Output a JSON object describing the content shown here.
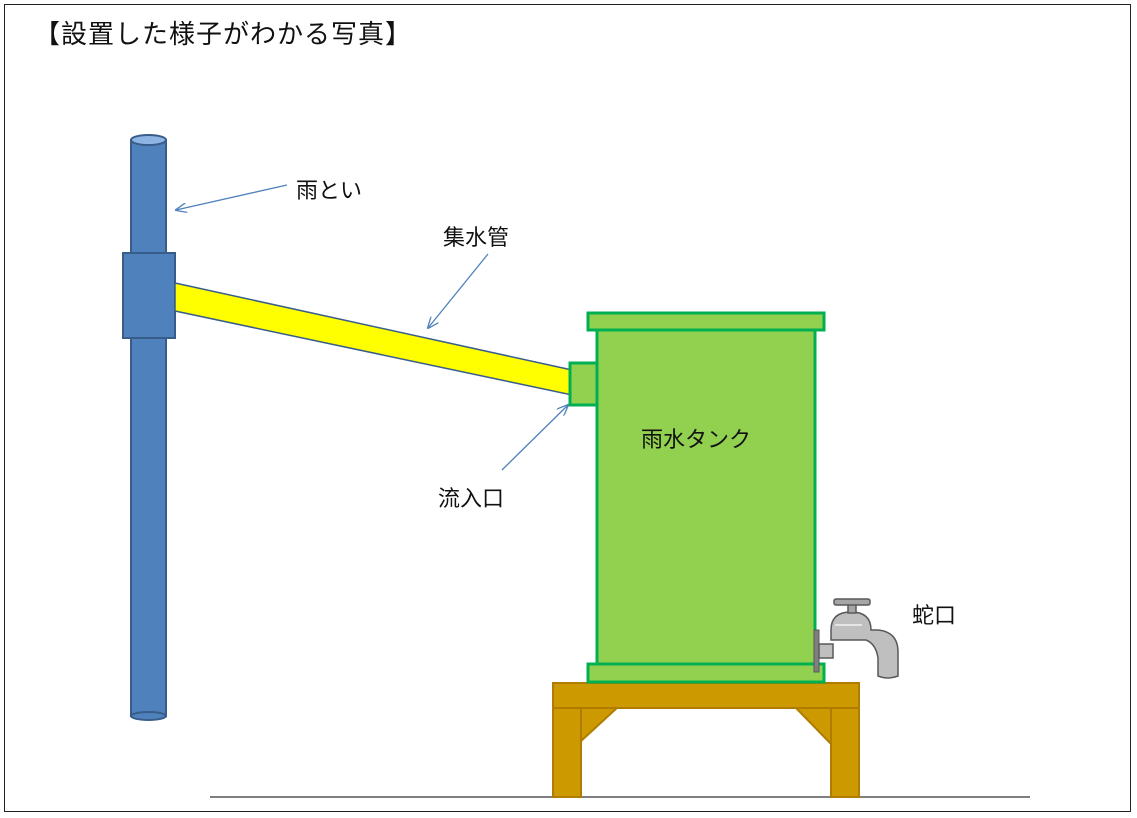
{
  "title": "【設置した様子がわかる写真】",
  "labels": {
    "downspout": "雨とい",
    "collection_pipe": "集水管",
    "inlet": "流入口",
    "tank": "雨水タンク",
    "faucet": "蛇口"
  },
  "colors": {
    "downspout": "#4f81bd",
    "collection_pipe": "#ffff00",
    "tank": "#92d050",
    "tank_border": "#00b050",
    "stand": "#cc9900",
    "faucet": "#a6a6a6",
    "ground_line": "#7f7f7f",
    "arrow": "#4f81bd"
  }
}
